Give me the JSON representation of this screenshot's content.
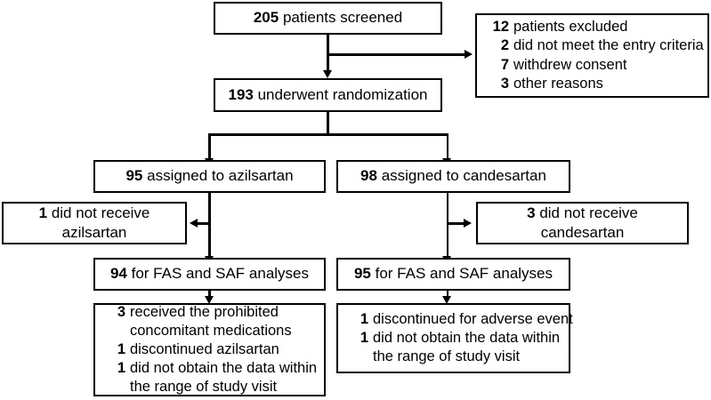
{
  "diagram": {
    "title": "CONSORT participant flow diagram",
    "accent_color": "#000000",
    "background_color": "#ffffff",
    "nodes": {
      "screened": {
        "number": "205",
        "text": "patients screened"
      },
      "excluded": {
        "lines": [
          {
            "number": "12",
            "text": "patients excluded"
          },
          {
            "number": "2",
            "text": "did not meet the entry criteria"
          },
          {
            "number": "7",
            "text": "withdrew consent"
          },
          {
            "number": "3",
            "text": "other reasons"
          }
        ]
      },
      "randomized": {
        "number": "193",
        "text": "underwent randomization"
      },
      "assigned_azilsartan": {
        "number": "95",
        "text": "assigned to azilsartan"
      },
      "assigned_candesartan": {
        "number": "98",
        "text": "assigned to candesartan"
      },
      "not_received_azilsartan": {
        "number": "1",
        "text": "did not receive",
        "text2": "azilsartan"
      },
      "not_received_candesartan": {
        "number": "3",
        "text": "did not receive",
        "text2": "candesartan"
      },
      "analyses_azilsartan": {
        "number": "94",
        "text": "for FAS and SAF analyses"
      },
      "analyses_candesartan": {
        "number": "95",
        "text": "for FAS and SAF analyses"
      },
      "exclusions_azilsartan": {
        "lines": [
          {
            "number": "3",
            "text": "received the prohibited",
            "cont": "concomitant medications"
          },
          {
            "number": "1",
            "text": "discontinued azilsartan",
            "cont": ""
          },
          {
            "number": "1",
            "text": "did not obtain the data within",
            "cont": "the range of study visit"
          }
        ]
      },
      "exclusions_candesartan": {
        "lines": [
          {
            "number": "1",
            "text": "discontinued for adverse event",
            "cont": ""
          },
          {
            "number": "1",
            "text": "did not obtain the data within",
            "cont": "the range of study visit"
          }
        ]
      }
    }
  }
}
